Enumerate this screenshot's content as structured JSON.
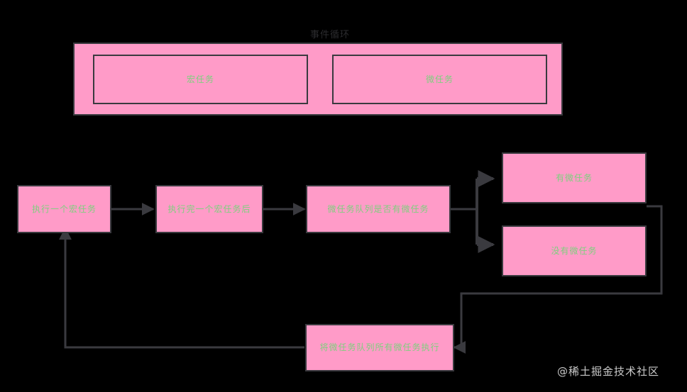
{
  "diagram": {
    "title": "事件循环",
    "background_color": "#000000",
    "node_fill": "#FF9BC8",
    "node_border": "#3a3a3f",
    "node_text_color": "#7ED07E",
    "edge_color": "#3a3a3f",
    "title_color": "#2b2b2e"
  },
  "task_queue_group": {
    "label": "事件循环",
    "boxes": [
      {
        "label": "宏任务"
      },
      {
        "label": "微任务"
      }
    ]
  },
  "flow": {
    "steps": [
      {
        "id": "step-1",
        "label": "执行一个宏任务"
      },
      {
        "id": "step-2",
        "label": "执行完一个宏任务后"
      },
      {
        "id": "step-3",
        "label": "微任务队列是否有微任务"
      }
    ],
    "branches": [
      {
        "id": "branch-yes",
        "label": "有微任务"
      },
      {
        "id": "branch-no",
        "label": "没有微任务"
      }
    ],
    "loop_step": {
      "id": "step-drain",
      "label": "将微任务队列所有微任务执行"
    }
  },
  "watermark": {
    "text": "@稀土掘金技术社区"
  }
}
